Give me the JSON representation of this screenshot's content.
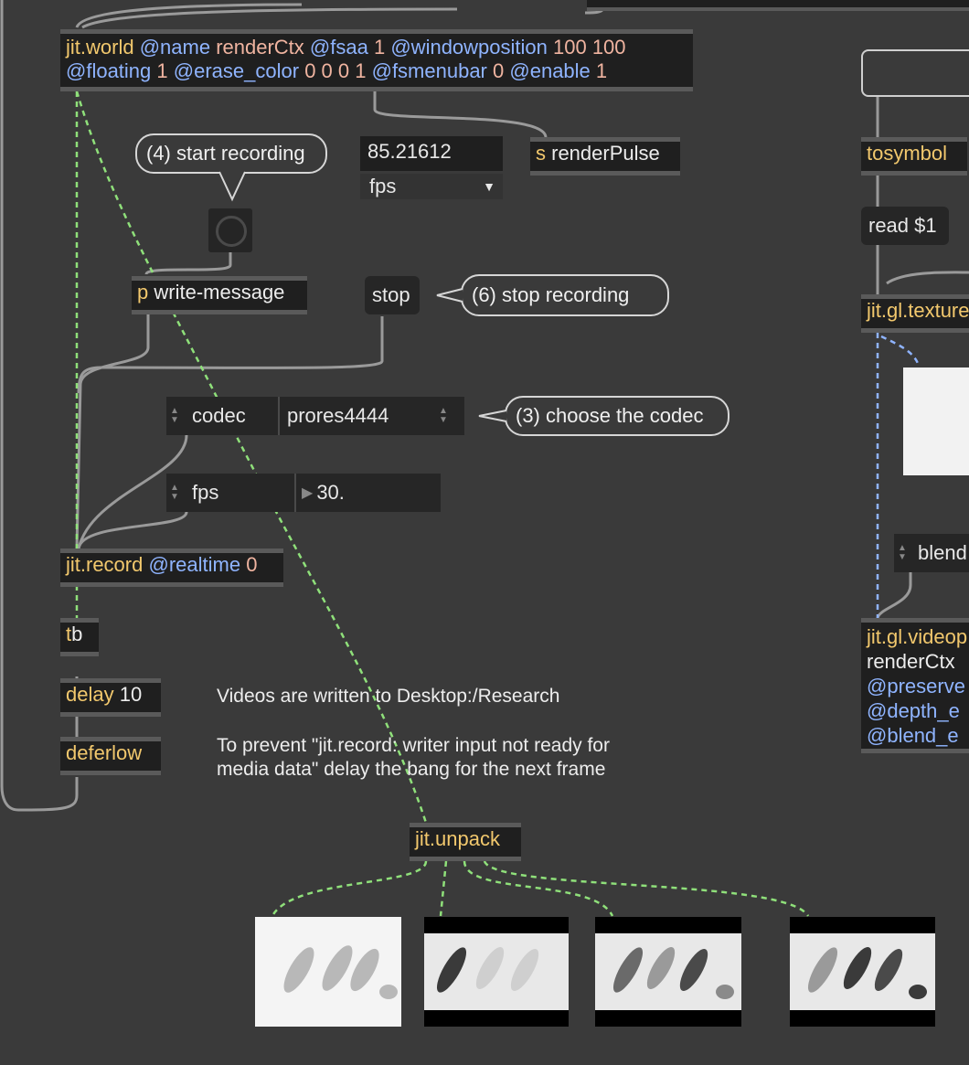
{
  "world": {
    "line1": {
      "name": "jit.world",
      "a1": "@name",
      "v1": "renderCtx",
      "a2": "@fsaa",
      "v2": "1",
      "a3": "@windowposition",
      "v3": "100 100"
    },
    "line2": {
      "a4": "@floating",
      "v4": "1",
      "a5": "@erase_color",
      "v5": "0 0 0 1",
      "a6": "@fsmenubar",
      "v6": "0",
      "a7": "@enable",
      "v7": "1"
    }
  },
  "fps_display": {
    "value": "85.21612",
    "menu": "fps"
  },
  "send": {
    "prefix": "s",
    "name": "renderPulse"
  },
  "comments": {
    "start_recording": "(4) start recording",
    "stop_recording": "(6) stop recording",
    "choose_codec": "(3) choose the codec",
    "note_line1": "Videos are written to Desktop:/Research",
    "note_line2": "To prevent \"jit.record: writer input not ready for",
    "note_line3": "media data\" delay the bang for the next frame"
  },
  "write_message": {
    "prefix": "p",
    "name": "write-message"
  },
  "stop_label": "stop",
  "codec": {
    "attr": "codec",
    "value": "prores4444"
  },
  "fps_attr": {
    "attr": "fps",
    "value": "30."
  },
  "record": {
    "name": "jit.record",
    "attr": "@realtime",
    "value": "0"
  },
  "trigger": {
    "name": "t",
    "arg": "b"
  },
  "delay": {
    "name": "delay",
    "arg": "10"
  },
  "deferlow": "deferlow",
  "unpack": "jit.unpack",
  "right": {
    "tosymbol": "tosymbol",
    "read": "read $1",
    "texture": "jit.gl.texture",
    "blend": "blend",
    "videoplane": {
      "name": "jit.gl.videop",
      "l2": "renderCtx",
      "l3": "@preserve",
      "l4": "@depth_e",
      "l5": "@blend_e"
    }
  },
  "colors": {
    "background": "#3a3a3a",
    "object": "#1f1f1f",
    "cord_gray": "#9a9a9a",
    "cord_green": "#8fe07a",
    "cord_blue": "#8fb4ff"
  }
}
